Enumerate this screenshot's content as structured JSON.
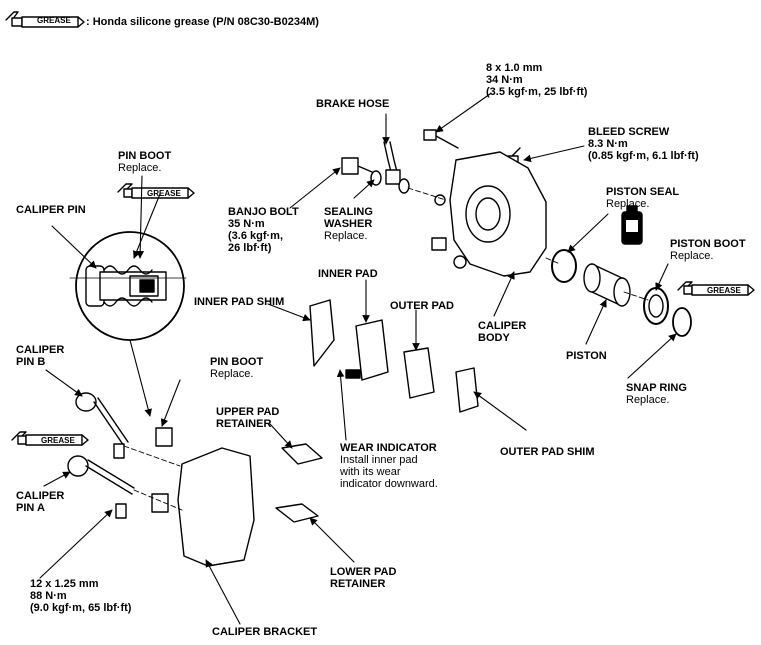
{
  "legend": {
    "badge": "GREASE",
    "text": ": Honda silicone grease (P/N 08C30-B0234M)"
  },
  "labels": {
    "caliper_pin": "CALIPER PIN",
    "pin_boot_top": {
      "title": "PIN BOOT",
      "note": "Replace."
    },
    "pin_boot_top_badge": "GREASE",
    "brake_hose": "BRAKE HOSE",
    "bolt_spec": {
      "size": "8 x 1.0 mm",
      "torque": "34 N·m",
      "alt": "(3.5 kgf·m, 25 lbf·ft)"
    },
    "bleed_screw": {
      "title": "BLEED SCREW",
      "torque": "8.3 N·m",
      "alt": "(0.85 kgf·m, 6.1 lbf·ft)"
    },
    "banjo_bolt": {
      "title": "BANJO BOLT",
      "torque": "35 N·m",
      "alt1": "(3.6 kgf·m,",
      "alt2": "26 lbf·ft)"
    },
    "sealing_washer": {
      "title1": "SEALING",
      "title2": "WASHER",
      "note": "Replace."
    },
    "piston_seal": {
      "title": "PISTON SEAL",
      "note": "Replace."
    },
    "piston_boot": {
      "title": "PISTON BOOT",
      "note": "Replace."
    },
    "piston_boot_badge": "GREASE",
    "inner_pad": "INNER PAD",
    "inner_pad_shim": "INNER PAD SHIM",
    "outer_pad": "OUTER PAD",
    "caliper_body": {
      "line1": "CALIPER",
      "line2": "BODY"
    },
    "piston": "PISTON",
    "snap_ring": {
      "title": "SNAP RING",
      "note": "Replace."
    },
    "caliper_pin_b": {
      "line1": "CALIPER",
      "line2": "PIN B"
    },
    "pin_boot_mid": {
      "title": "PIN BOOT",
      "note": "Replace."
    },
    "upper_pad_retainer": {
      "line1": "UPPER PAD",
      "line2": "RETAINER"
    },
    "wear_indicator": {
      "title": "WEAR INDICATOR",
      "l1": "Install inner pad",
      "l2": "with its wear",
      "l3": "indicator downward."
    },
    "outer_pad_shim": "OUTER PAD SHIM",
    "left_grease_badge": "GREASE",
    "caliper_pin_a": {
      "line1": "CALIPER",
      "line2": "PIN A"
    },
    "bottom_bolt": {
      "size": "12 x 1.25 mm",
      "torque": "88 N·m",
      "alt": "(9.0 kgf·m, 65 lbf·ft)"
    },
    "lower_pad_retainer": {
      "line1": "LOWER PAD",
      "line2": "RETAINER"
    },
    "caliper_bracket": "CALIPER BRACKET"
  }
}
